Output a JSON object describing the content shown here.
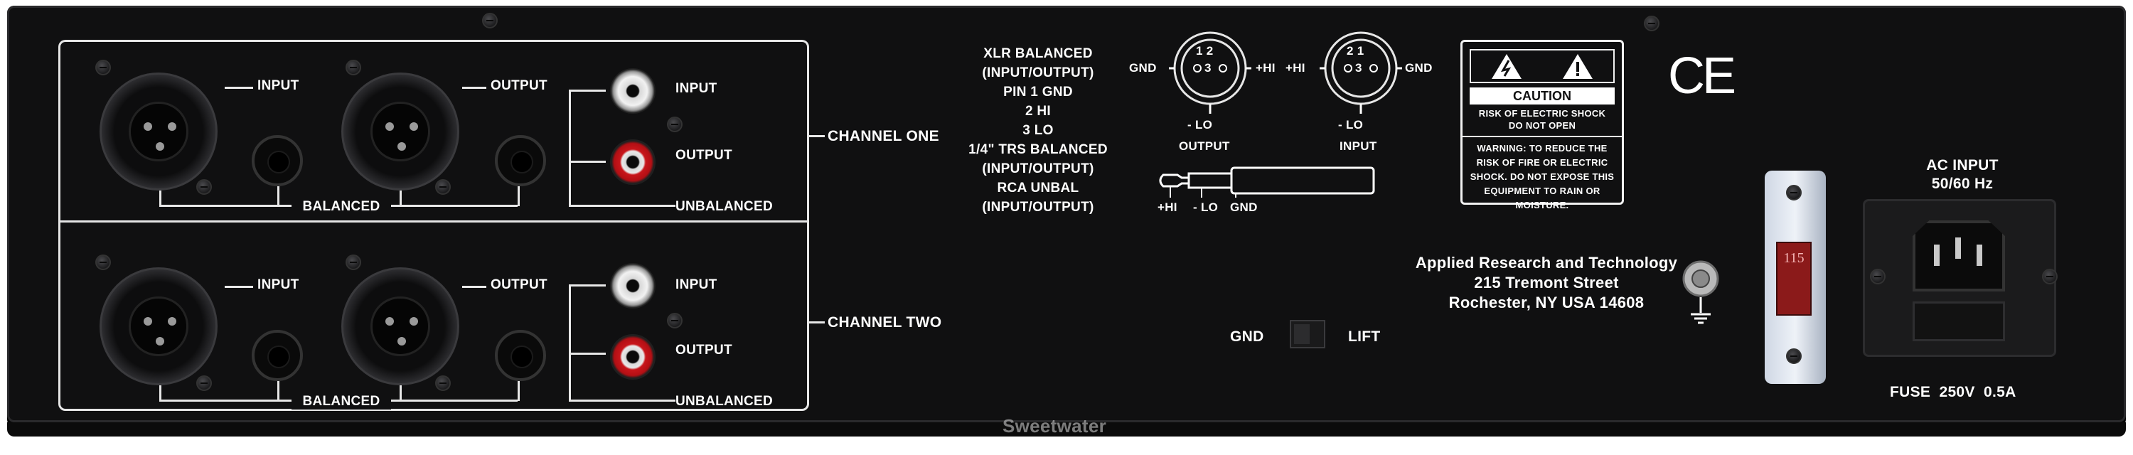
{
  "channel_one": {
    "name": "CHANNEL ONE",
    "input": "INPUT",
    "output": "OUTPUT",
    "balanced": "BALANCED",
    "rca_input": "INPUT",
    "rca_output": "OUTPUT",
    "unbalanced": "UNBALANCED"
  },
  "channel_two": {
    "name": "CHANNEL TWO",
    "input": "INPUT",
    "output": "OUTPUT",
    "balanced": "BALANCED",
    "rca_input": "INPUT",
    "rca_output": "OUTPUT",
    "unbalanced": "UNBALANCED"
  },
  "wiring": {
    "lines": [
      "XLR BALANCED",
      "(INPUT/OUTPUT)",
      "PIN 1 GND",
      "2 HI",
      "3 LO",
      "1/4\" TRS BALANCED",
      "(INPUT/OUTPUT)",
      "RCA UNBAL",
      "(INPUT/OUTPUT)"
    ]
  },
  "xlr_diagram": {
    "output": {
      "gnd": "GND",
      "hi": "+HI",
      "lo": "- LO",
      "pins": "1 2",
      "pin3": "3",
      "label": "OUTPUT"
    },
    "input": {
      "gnd": "GND",
      "hi": "+HI",
      "lo": "- LO",
      "pins": "2 1",
      "pin3": "3",
      "label": "INPUT"
    }
  },
  "trs_diagram": {
    "hi": "+HI",
    "lo": "- LO",
    "gnd": "GND"
  },
  "warning": {
    "caution": "CAUTION",
    "risk": "RISK OF ELECTRIC SHOCK",
    "no_open": "DO NOT OPEN",
    "text_lines": [
      "WARNING: TO REDUCE THE",
      "RISK OF FIRE OR ELECTRIC",
      "SHOCK. DO NOT EXPOSE THIS",
      "EQUIPMENT TO RAIN OR",
      "MOISTURE."
    ]
  },
  "ce_mark": "CE",
  "manufacturer": {
    "name": "Applied Research and Technology",
    "street": "215 Tremont Street",
    "city": "Rochester, NY USA 14608"
  },
  "ground_switch": {
    "gnd": "GND",
    "lift": "LIFT"
  },
  "voltage_selector": "115",
  "ac_input": {
    "title": "AC INPUT",
    "freq": "50/60 Hz",
    "fuse": "FUSE  250V  0.5A"
  },
  "watermark": "Sweetwater",
  "colors": {
    "panel": "#101011",
    "text": "#ffffff",
    "rca_red": "#c8161b"
  }
}
